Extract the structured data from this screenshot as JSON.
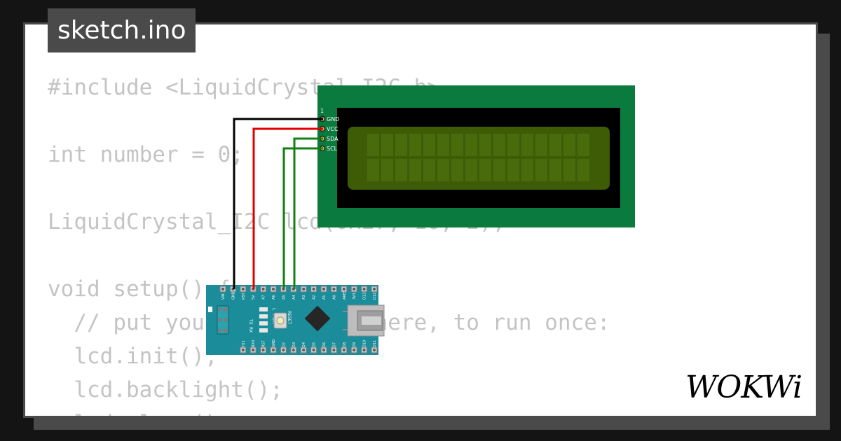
{
  "tab": {
    "filename": "sketch.ino"
  },
  "code": {
    "lines": [
      "#include <LiquidCrystal_I2C.h>",
      "",
      "int number = 0;",
      "",
      "LiquidCrystal_I2C lcd(0x27, 16, 2);",
      "",
      "void setup() {",
      "  // put your setup code here, to run once:",
      "  lcd.init();",
      "  lcd.backlight();",
      "  lcd.clear();"
    ]
  },
  "lcd": {
    "pin1_label": "1",
    "pins": [
      "GND",
      "VCC",
      "SDA",
      "SCL"
    ],
    "colors": {
      "board": "#0b7a3e",
      "frame": "#000000",
      "screen": "#3e5c06",
      "cell": "#4a6b0c"
    }
  },
  "wires": [
    {
      "from": "LCD GND",
      "to": "Nano GND",
      "color": "#000000"
    },
    {
      "from": "LCD VCC",
      "to": "Nano 5V",
      "color": "#e00000"
    },
    {
      "from": "LCD SDA",
      "to": "Nano A4",
      "color": "#108010"
    },
    {
      "from": "LCD SCL",
      "to": "Nano A5",
      "color": "#108010"
    }
  ],
  "nano": {
    "board_color": "#1b8c9a",
    "top_pins": [
      "D12",
      "D13",
      "3V3",
      "AREF",
      "A0",
      "A1",
      "A2",
      "A3",
      "A4",
      "A5",
      "A6",
      "A7",
      "5V",
      "RST",
      "GND",
      "VIN"
    ],
    "bottom_pins": [
      "D11",
      "D10",
      "D9",
      "D8",
      "D7",
      "D6",
      "D5",
      "D4",
      "D3",
      "D2",
      "GND",
      "RST",
      "RX0",
      "TX1"
    ],
    "led_labels": [
      "L",
      "PWR",
      "TX",
      "RX"
    ],
    "reset_label": "RESET"
  },
  "logo": {
    "text": "WOKWi"
  }
}
